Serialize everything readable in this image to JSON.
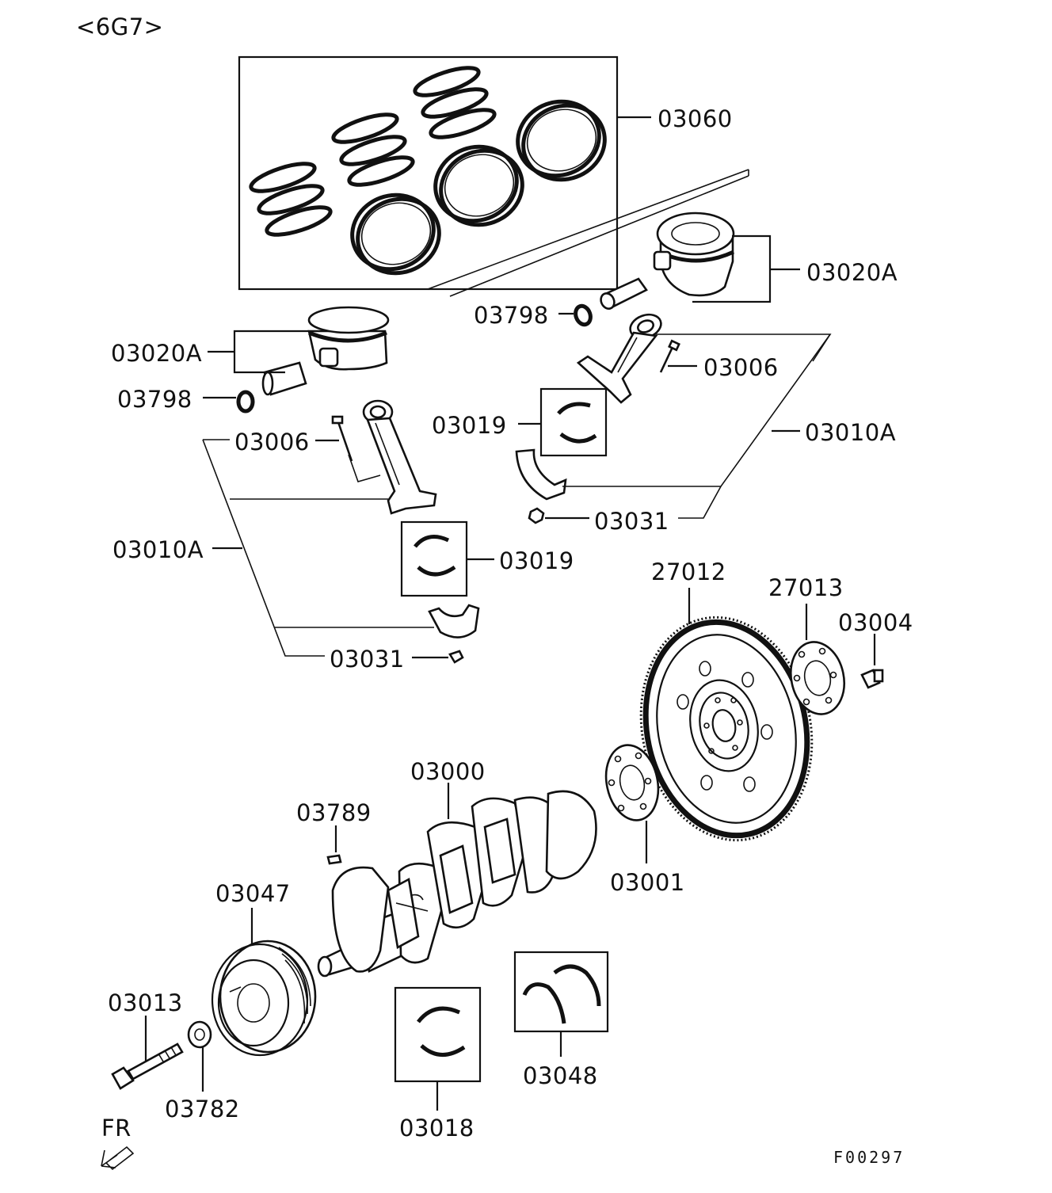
{
  "header": {
    "engine_code": "<6G7>"
  },
  "footer": {
    "figure_code": "F00297",
    "direction_label": "FR"
  },
  "callouts": {
    "piston_ring_set": "03060",
    "piston_right": "03020A",
    "piston_left": "03020A",
    "pin_clip_right": "03798",
    "pin_clip_left": "03798",
    "rod_bolt_right": "03006",
    "rod_bolt_left": "03006",
    "rod_bearing_right": "03019",
    "rod_bearing_left": "03019",
    "rod_assy_right": "03010A",
    "rod_assy_left": "03010A",
    "rod_nut_right": "03031",
    "rod_nut_left": "03031",
    "drive_plate": "27012",
    "adapter_plate": "27013",
    "drive_plate_bolt": "03004",
    "crank_rear_plate": "03001",
    "crankshaft": "03000",
    "woodruff_key": "03789",
    "damper_pulley": "03047",
    "pulley_bolt": "03013",
    "pulley_washer": "03782",
    "main_bearing": "03018",
    "thrust_bearing": "03048"
  }
}
